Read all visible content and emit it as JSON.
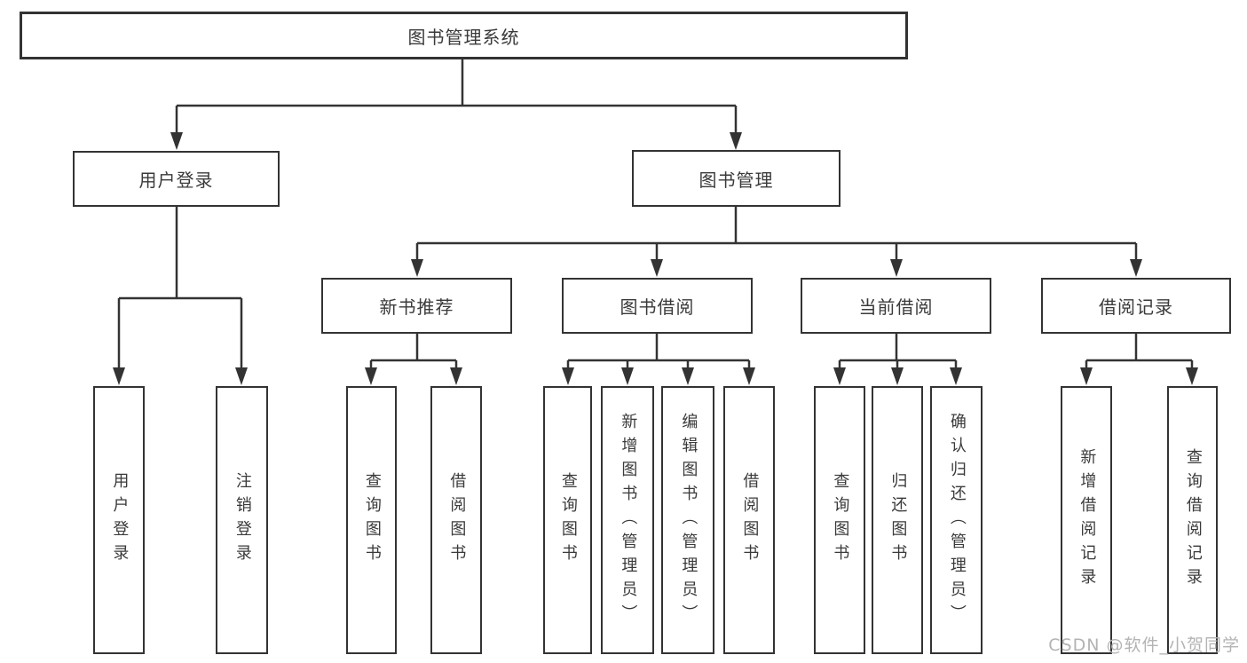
{
  "diagram": {
    "root": {
      "label": "图书管理系统"
    },
    "branches": [
      {
        "label": "用户登录",
        "children": [
          {
            "label": "用户登录"
          },
          {
            "label": "注销登录"
          }
        ]
      },
      {
        "label": "图书管理",
        "children": [
          {
            "label": "新书推荐",
            "children": [
              {
                "label": "查询图书"
              },
              {
                "label": "借阅图书"
              }
            ]
          },
          {
            "label": "图书借阅",
            "children": [
              {
                "label": "查询图书"
              },
              {
                "label": "新增图书（管理员）"
              },
              {
                "label": "编辑图书（管理员）"
              },
              {
                "label": "借阅图书"
              }
            ]
          },
          {
            "label": "当前借阅",
            "children": [
              {
                "label": "查询图书"
              },
              {
                "label": "归还图书"
              },
              {
                "label": "确认归还（管理员）"
              }
            ]
          },
          {
            "label": "借阅记录",
            "children": [
              {
                "label": "新增借阅记录"
              },
              {
                "label": "查询借阅记录"
              }
            ]
          }
        ]
      }
    ]
  },
  "watermark": {
    "text": "CSDN @软件_小贺同学"
  },
  "colors": {
    "line": "#333333",
    "box_border": "#333333",
    "text": "#3a3a3a",
    "watermark": "#b3b3b3",
    "background": "#ffffff"
  }
}
